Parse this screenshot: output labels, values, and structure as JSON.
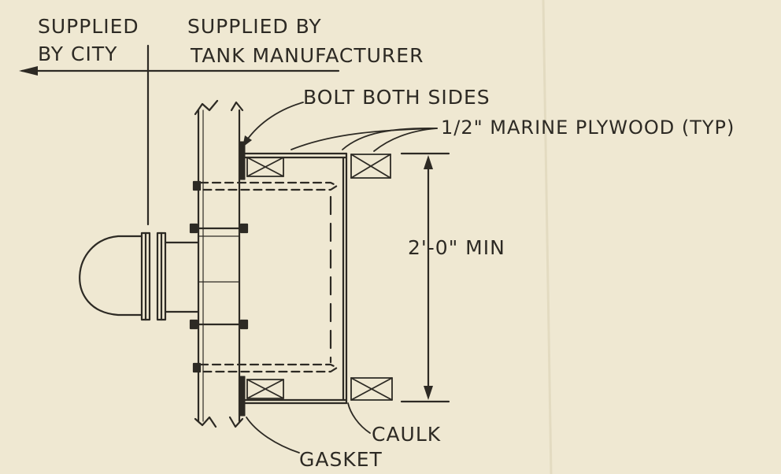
{
  "labels": {
    "supplied_by_city_1": "SUPPLIED",
    "supplied_by_city_2": "BY CITY",
    "supplied_by_mfr_1": "SUPPLIED BY",
    "supplied_by_mfr_2": "TANK MANUFACTURER",
    "bolt": "BOLT BOTH SIDES",
    "plywood": "1/2\" MARINE PLYWOOD (TYP)",
    "dimension": "2'-0\" MIN",
    "caulk": "CAULK",
    "gasket": "GASKET"
  },
  "colors": {
    "paper": "#efe8d2",
    "ink": "#2d2a24"
  }
}
